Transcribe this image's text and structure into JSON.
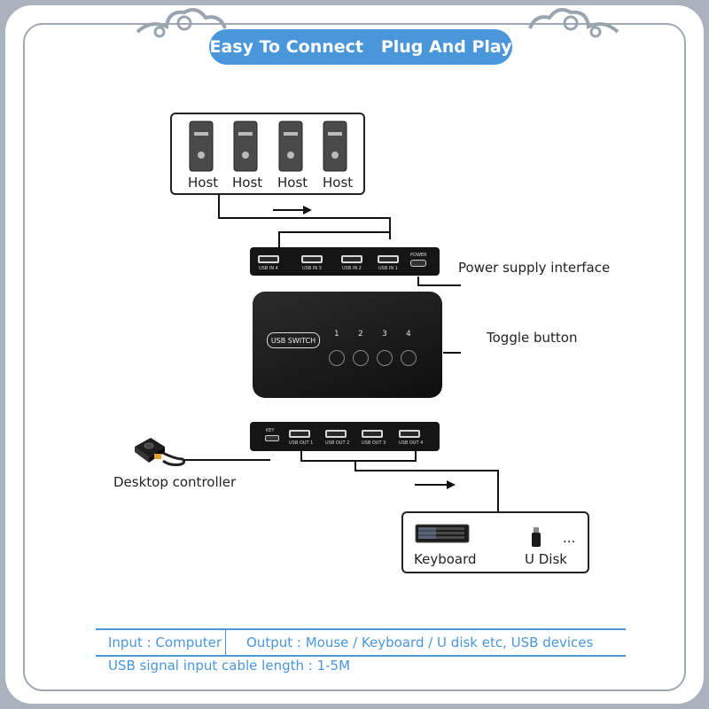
{
  "banner": {
    "title": "Easy To Connect   Plug And Play"
  },
  "hosts": {
    "labels": [
      "Host",
      "Host",
      "Host",
      "Host"
    ]
  },
  "callouts": {
    "power": "Power supply interface",
    "toggle": "Toggle button",
    "desktop": "Desktop controller"
  },
  "input_ports": [
    "USB IN 4",
    "USB IN 3",
    "USB IN 2",
    "USB IN 1"
  ],
  "power_port_label": "POWER",
  "switch": {
    "badge": "USB SWITCH",
    "buttons": [
      "1",
      "2",
      "3",
      "4"
    ]
  },
  "key_port_label": "KEY",
  "output_ports": [
    "USB OUT 1",
    "USB OUT 2",
    "USB OUT 3",
    "USB OUT 4"
  ],
  "devices": {
    "keyboard": "Keyboard",
    "udisk": "U Disk",
    "more": "..."
  },
  "footer": {
    "input": "Input : Computer",
    "output": "Output : Mouse / Keyboard / U disk etc, USB devices",
    "cable": "USB signal input cable length : 1-5M"
  },
  "colors": {
    "accent": "#4a96db",
    "frame": "#aab3bd"
  }
}
